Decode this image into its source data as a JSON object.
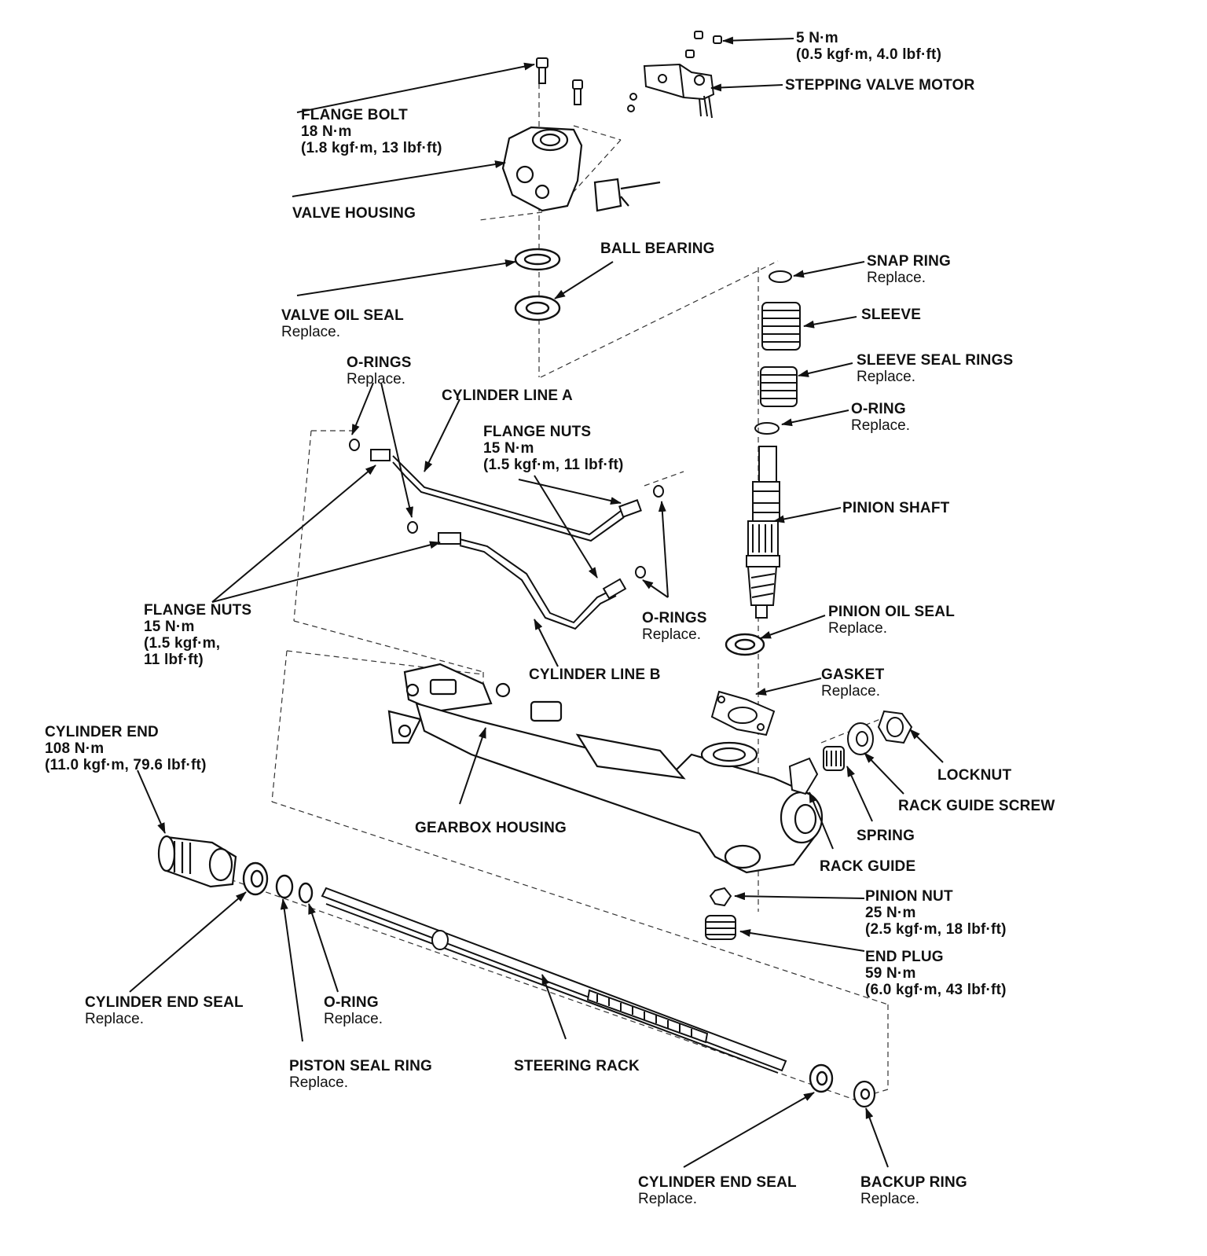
{
  "labels": [
    {
      "id": "torque-5",
      "title": "5 N·m",
      "lines": [
        "(0.5 kgf·m, 4.0 lbf·ft)"
      ]
    },
    {
      "id": "stepping-valve-motor",
      "title": "STEPPING VALVE MOTOR",
      "lines": []
    },
    {
      "id": "flange-bolt",
      "title": "FLANGE BOLT",
      "lines": [
        "18 N·m",
        "(1.8 kgf·m, 13 lbf·ft)"
      ]
    },
    {
      "id": "valve-housing",
      "title": "VALVE HOUSING",
      "lines": []
    },
    {
      "id": "ball-bearing",
      "title": "BALL BEARING",
      "lines": []
    },
    {
      "id": "valve-oil-seal",
      "title": "VALVE OIL SEAL",
      "lines": [
        "Replace."
      ]
    },
    {
      "id": "snap-ring",
      "title": "SNAP RING",
      "lines": [
        "Replace."
      ]
    },
    {
      "id": "sleeve",
      "title": "SLEEVE",
      "lines": []
    },
    {
      "id": "sleeve-seal-rings",
      "title": "SLEEVE SEAL RINGS",
      "lines": [
        "Replace."
      ]
    },
    {
      "id": "o-ring-pinion",
      "title": "O-RING",
      "lines": [
        "Replace."
      ]
    },
    {
      "id": "o-rings-top",
      "title": "O-RINGS",
      "lines": [
        "Replace."
      ]
    },
    {
      "id": "cylinder-line-a",
      "title": "CYLINDER LINE A",
      "lines": []
    },
    {
      "id": "flange-nuts-top",
      "title": "FLANGE NUTS",
      "lines": [
        "15 N·m",
        "(1.5 kgf·m, 11 lbf·ft)"
      ]
    },
    {
      "id": "pinion-shaft",
      "title": "PINION SHAFT",
      "lines": []
    },
    {
      "id": "flange-nuts-left",
      "title": "FLANGE NUTS",
      "lines": [
        "15 N·m",
        "(1.5 kgf·m,",
        "11 lbf·ft)"
      ]
    },
    {
      "id": "o-rings-mid",
      "title": "O-RINGS",
      "lines": [
        "Replace."
      ]
    },
    {
      "id": "pinion-oil-seal",
      "title": "PINION OIL SEAL",
      "lines": [
        "Replace."
      ]
    },
    {
      "id": "cylinder-line-b",
      "title": "CYLINDER LINE B",
      "lines": []
    },
    {
      "id": "gasket",
      "title": "GASKET",
      "lines": [
        "Replace."
      ]
    },
    {
      "id": "cylinder-end",
      "title": "CYLINDER END",
      "lines": [
        "108 N·m",
        "(11.0 kgf·m, 79.6 lbf·ft)"
      ]
    },
    {
      "id": "locknut",
      "title": "LOCKNUT",
      "lines": []
    },
    {
      "id": "rack-guide-screw",
      "title": "RACK GUIDE SCREW",
      "lines": []
    },
    {
      "id": "gearbox-housing",
      "title": "GEARBOX HOUSING",
      "lines": []
    },
    {
      "id": "spring",
      "title": "SPRING",
      "lines": []
    },
    {
      "id": "rack-guide",
      "title": "RACK GUIDE",
      "lines": []
    },
    {
      "id": "pinion-nut",
      "title": "PINION NUT",
      "lines": [
        "25 N·m",
        "(2.5 kgf·m, 18 lbf·ft)"
      ]
    },
    {
      "id": "end-plug",
      "title": "END PLUG",
      "lines": [
        "59 N·m",
        "(6.0 kgf·m, 43 lbf·ft)"
      ]
    },
    {
      "id": "cylinder-end-seal-left",
      "title": "CYLINDER END SEAL",
      "lines": [
        "Replace."
      ]
    },
    {
      "id": "o-ring-rack",
      "title": "O-RING",
      "lines": [
        "Replace."
      ]
    },
    {
      "id": "piston-seal-ring",
      "title": "PISTON SEAL RING",
      "lines": [
        "Replace."
      ]
    },
    {
      "id": "steering-rack",
      "title": "STEERING RACK",
      "lines": []
    },
    {
      "id": "cylinder-end-seal-right",
      "title": "CYLINDER END SEAL",
      "lines": [
        "Replace."
      ]
    },
    {
      "id": "backup-ring",
      "title": "BACKUP RING",
      "lines": [
        "Replace."
      ]
    }
  ]
}
